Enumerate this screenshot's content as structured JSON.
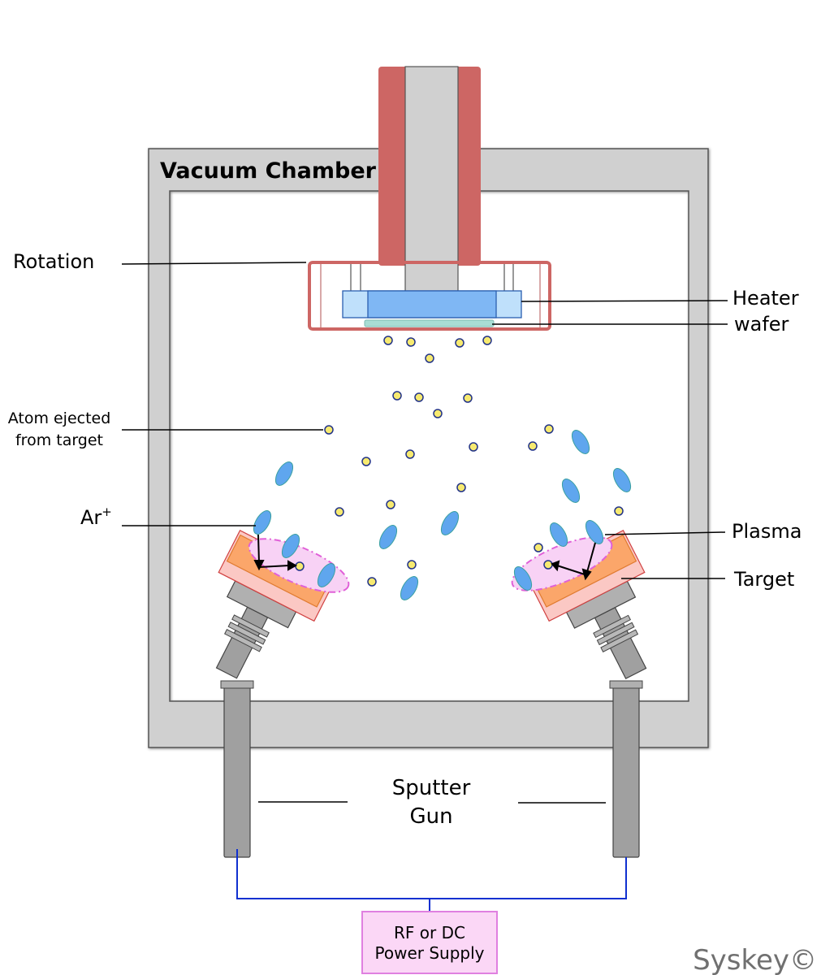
{
  "chamber": {
    "title": "Vacuum Chamber"
  },
  "labels": {
    "rotation": "Rotation",
    "heater": "Heater",
    "wafer": "wafer",
    "atom_line1": "Atom ejected",
    "atom_line2": "from target",
    "ar_ion": "Ar",
    "ar_sup": "+",
    "plasma": "Plasma",
    "target": "Target",
    "sputter_line1": "Sputter",
    "sputter_line2": "Gun"
  },
  "power_supply": {
    "line1": "RF or DC",
    "line2": "Power Supply"
  },
  "watermark": "Syskey©",
  "colors": {
    "chamber_wall": "#d0d0d0",
    "shaft_outer": "#cd6664",
    "shaft_inner": "#d0d0d0",
    "heater": "#7fb7f4",
    "heater_side": "#bfe0fb",
    "wafer": "#a9ddd4",
    "target": "#fba66a",
    "target_holder": "#fbc8c4",
    "plasma": "#f8d2f5",
    "ion": "#5fa6ee",
    "atom": "#f7ea70",
    "gun": "#a0a0a0",
    "wire": "#1030d0",
    "psu_fill": "#fbd7f6",
    "psu_border": "#e080e0"
  }
}
